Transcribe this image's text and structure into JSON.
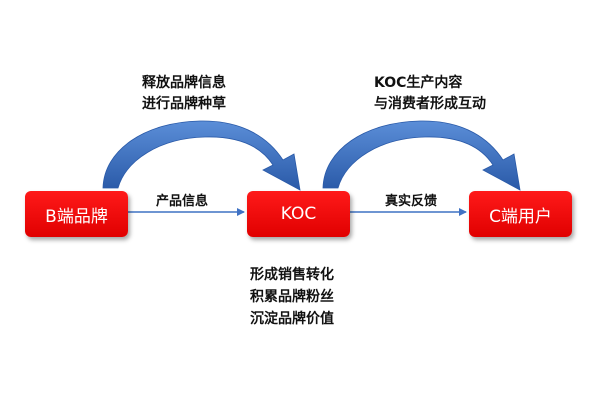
{
  "nodes": {
    "brand": "B端品牌",
    "koc": "KOC",
    "user": "C端用户"
  },
  "edges": {
    "brand_to_koc": "产品信息",
    "koc_to_user": "真实反馈"
  },
  "arcs": {
    "left": [
      "释放品牌信息",
      "进行品牌种草"
    ],
    "right": [
      "KOC生产内容",
      "与消费者形成互动"
    ]
  },
  "koc_outcomes": [
    "形成销售转化",
    "积累品牌粉丝",
    "沉淀品牌价值"
  ],
  "colors": {
    "node_fill": "#ff0000",
    "node_text": "#ffffff",
    "arrow_blue": "#3f72c4",
    "arrow_dark": "#1f4e9c",
    "text": "#111111"
  }
}
